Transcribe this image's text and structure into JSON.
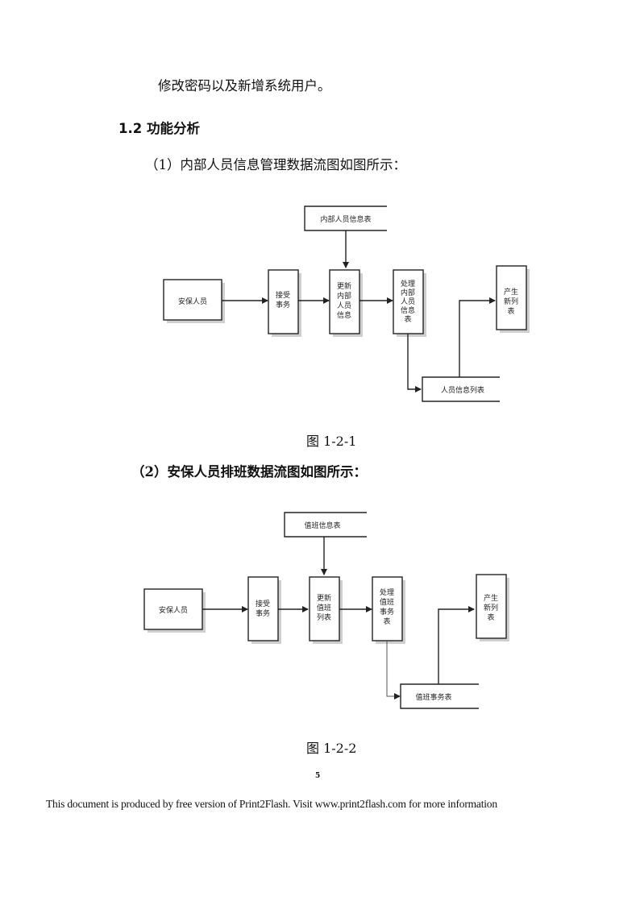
{
  "text": {
    "line1": "修改密码以及新增系统用户。",
    "heading": "1.2 功能分析",
    "sub1": "（1）内部人员信息管理数据流图如图所示：",
    "caption1": "图 1-2-1",
    "sub2": "（2）安保人员排班数据流图如图所示：",
    "caption2": "图 1-2-2",
    "page_number": "5",
    "footer": "This document is produced by free version of Print2Flash. Visit www.print2flash.com for more information"
  },
  "diagram1": {
    "store_top": "内部人员信息表",
    "entity": "安保人员",
    "p1": [
      "接受",
      "事务"
    ],
    "p2": [
      "更新",
      "内部",
      "人员",
      "信息"
    ],
    "p3": [
      "处理",
      "内部",
      "人员",
      "信息",
      "表"
    ],
    "p4": [
      "产生",
      "新列",
      "表"
    ],
    "store_bottom": "人员信息列表"
  },
  "diagram2": {
    "store_top": "值班信息表",
    "entity": "安保人员",
    "p1": [
      "接受",
      "事务"
    ],
    "p2": [
      "更新",
      "值班",
      "列表"
    ],
    "p3": [
      "处理",
      "值班",
      "事务",
      "表"
    ],
    "p4": [
      "产生",
      "新列",
      "表"
    ],
    "store_bottom": "值班事务表"
  }
}
